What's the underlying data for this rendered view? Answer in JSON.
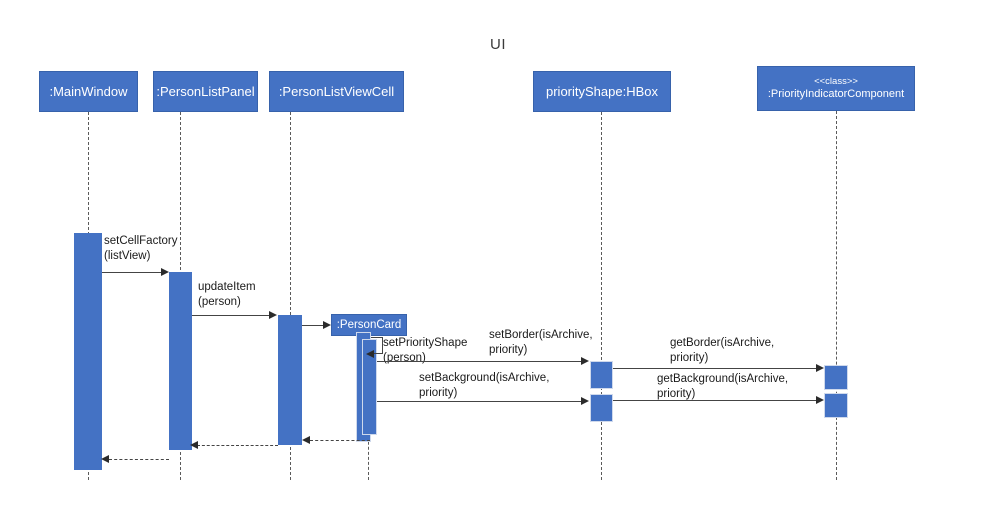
{
  "diagram": {
    "title": "UI",
    "type": "uml-sequence-diagram",
    "colors": {
      "participant_fill": "#4472C4",
      "participant_text": "#ffffff",
      "activation_fill": "#4472C4",
      "message_line": "#444444",
      "background": "#ffffff"
    }
  },
  "participants": [
    {
      "id": "mainwindow",
      "label": ":MainWindow",
      "stereotype": ""
    },
    {
      "id": "listpanel",
      "label": ":PersonListPanel",
      "stereotype": ""
    },
    {
      "id": "listviewcell",
      "label": ":PersonListViewCell",
      "stereotype": ""
    },
    {
      "id": "personcard",
      "label": ":PersonCard",
      "stereotype": ""
    },
    {
      "id": "hbox",
      "label": "priorityShape:HBox",
      "stereotype": ""
    },
    {
      "id": "indicator",
      "label": ":PriorityIndicatorComponent",
      "stereotype": "<<class>>"
    }
  ],
  "messages": [
    {
      "id": "m1",
      "from": "mainwindow",
      "to": "listpanel",
      "label": "setCellFactory\n(listView)",
      "kind": "call"
    },
    {
      "id": "m2",
      "from": "listpanel",
      "to": "listviewcell",
      "label": "updateItem\n(person)",
      "kind": "call"
    },
    {
      "id": "m3",
      "from": "listviewcell",
      "to": "personcard",
      "label": "",
      "kind": "create"
    },
    {
      "id": "m4",
      "from": "personcard",
      "to": "personcard",
      "label": "setPriorityShape\n(person)",
      "kind": "self"
    },
    {
      "id": "m5",
      "from": "personcard",
      "to": "hbox",
      "label": "setBorder(isArchive,\npriority)",
      "kind": "call"
    },
    {
      "id": "m6",
      "from": "hbox",
      "to": "indicator",
      "label": "getBorder(isArchive,\npriority)",
      "kind": "call"
    },
    {
      "id": "m7",
      "from": "personcard",
      "to": "hbox",
      "label": "setBackground(isArchive,\npriority)",
      "kind": "call"
    },
    {
      "id": "m8",
      "from": "hbox",
      "to": "indicator",
      "label": "getBackground(isArchive,\npriority)",
      "kind": "call"
    },
    {
      "id": "r1",
      "from": "personcard",
      "to": "listviewcell",
      "label": "",
      "kind": "return"
    },
    {
      "id": "r2",
      "from": "listviewcell",
      "to": "listpanel",
      "label": "",
      "kind": "return"
    },
    {
      "id": "r3",
      "from": "listpanel",
      "to": "mainwindow",
      "label": "",
      "kind": "return"
    }
  ]
}
